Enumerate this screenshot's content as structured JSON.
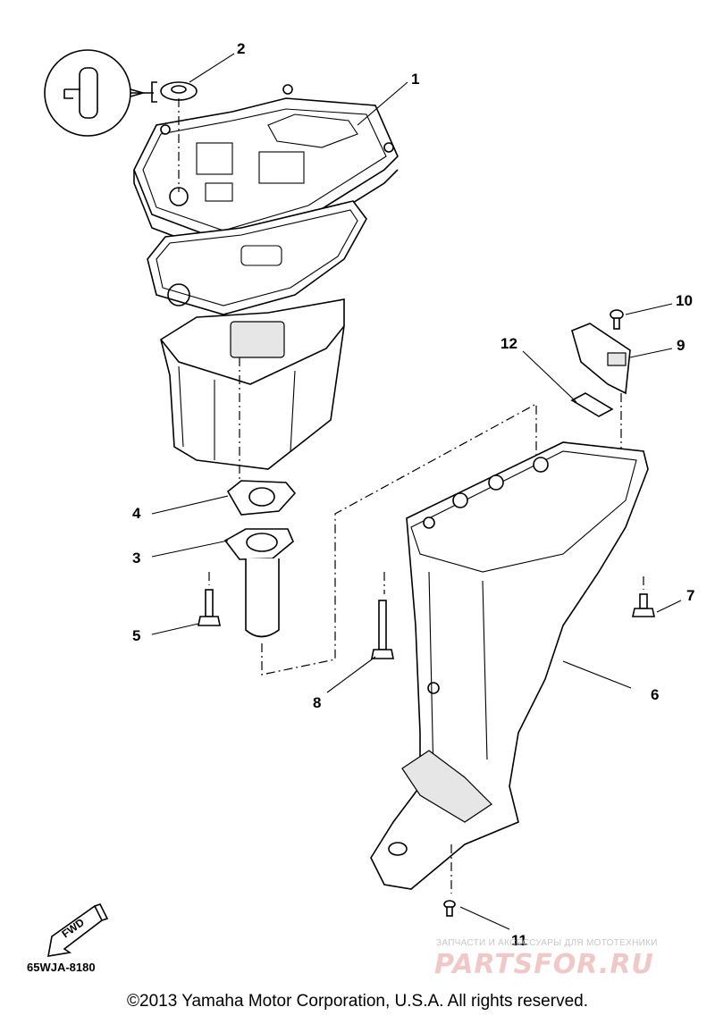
{
  "callouts": {
    "c1": "1",
    "c2": "2",
    "c3": "3",
    "c4": "4",
    "c5": "5",
    "c6": "6",
    "c7": "7",
    "c8": "8",
    "c9": "9",
    "c10": "10",
    "c11": "11",
    "c12": "12"
  },
  "fwd_label": "FWD",
  "diagram_code": "65WJA-8180",
  "copyright": "©2013 Yamaha Motor Corporation, U.S.A. All rights reserved.",
  "watermark": {
    "tagline": "ЗАПЧАСТИ И АКСЕССУАРЫ ДЛЯ МОТОТЕХНИКИ",
    "logo": "PARTSFOR.RU"
  },
  "colors": {
    "ink": "#000000",
    "background": "#ffffff",
    "watermark": "#f2c7c7"
  }
}
